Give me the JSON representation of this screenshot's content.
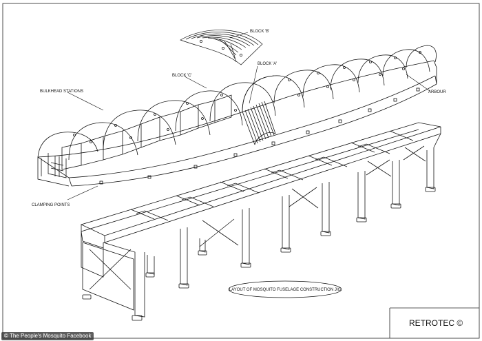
{
  "labels": {
    "block_b": "BLOCK 'B'",
    "block_a": "BLOCK 'A'",
    "block_c": "BLOCK 'C'",
    "bulkhead_stations": "BULKHEAD STATIONS",
    "arbour": "ARBOUR",
    "clamping_points": "CLAMPING POINTS"
  },
  "caption": "LAYOUT OF MOSQUITO FUSELAGE CONSTRUCTION JIG",
  "title_block": "RETROTEC ©",
  "watermark": "© The People's Mosquito Facebook",
  "colors": {
    "line": "#111111",
    "background": "#ffffff",
    "watermark_bg": "#333333"
  }
}
